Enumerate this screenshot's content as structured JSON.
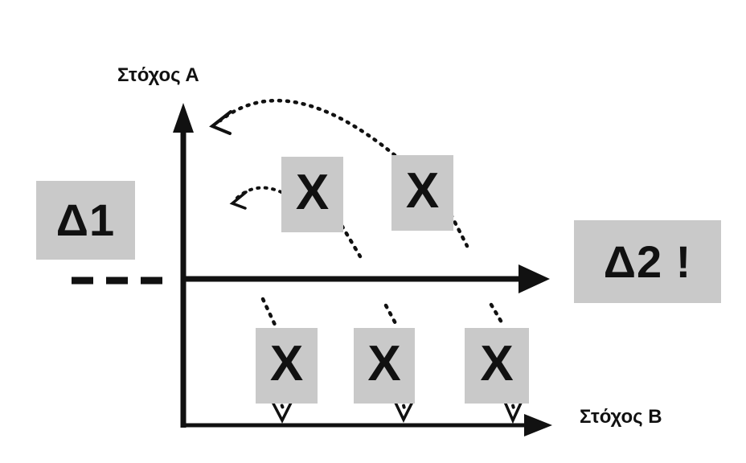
{
  "diagram": {
    "axis_a_label": "Στόχος Α",
    "axis_b_label": "Στόχος Β",
    "delta1_label": "Δ1",
    "delta2_label": "Δ2 !",
    "upper_markers": [
      "X",
      "X"
    ],
    "lower_markers": [
      "X",
      "X",
      "X"
    ],
    "colors": {
      "background": "#ffffff",
      "ink": "#111111",
      "box_fill": "#c9c9c9"
    }
  }
}
